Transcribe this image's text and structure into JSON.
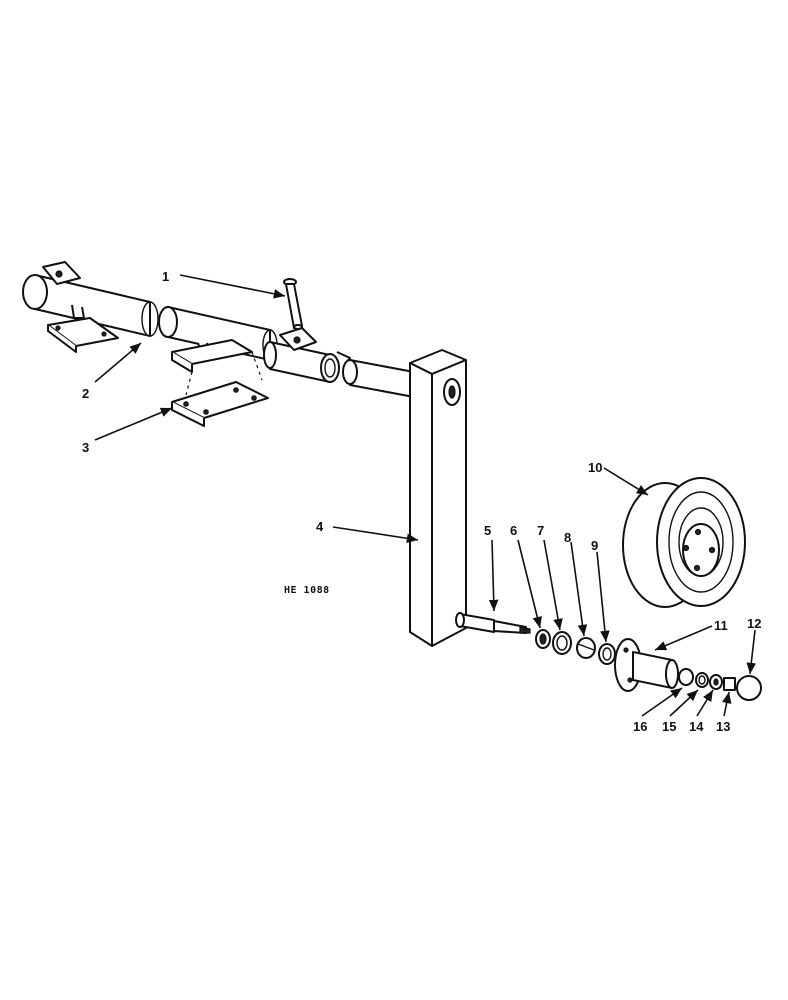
{
  "diagram": {
    "reference_code": "HE 1088",
    "callouts": [
      "1",
      "2",
      "3",
      "4",
      "5",
      "6",
      "7",
      "8",
      "9",
      "10",
      "11",
      "12",
      "13",
      "14",
      "15",
      "16"
    ]
  }
}
